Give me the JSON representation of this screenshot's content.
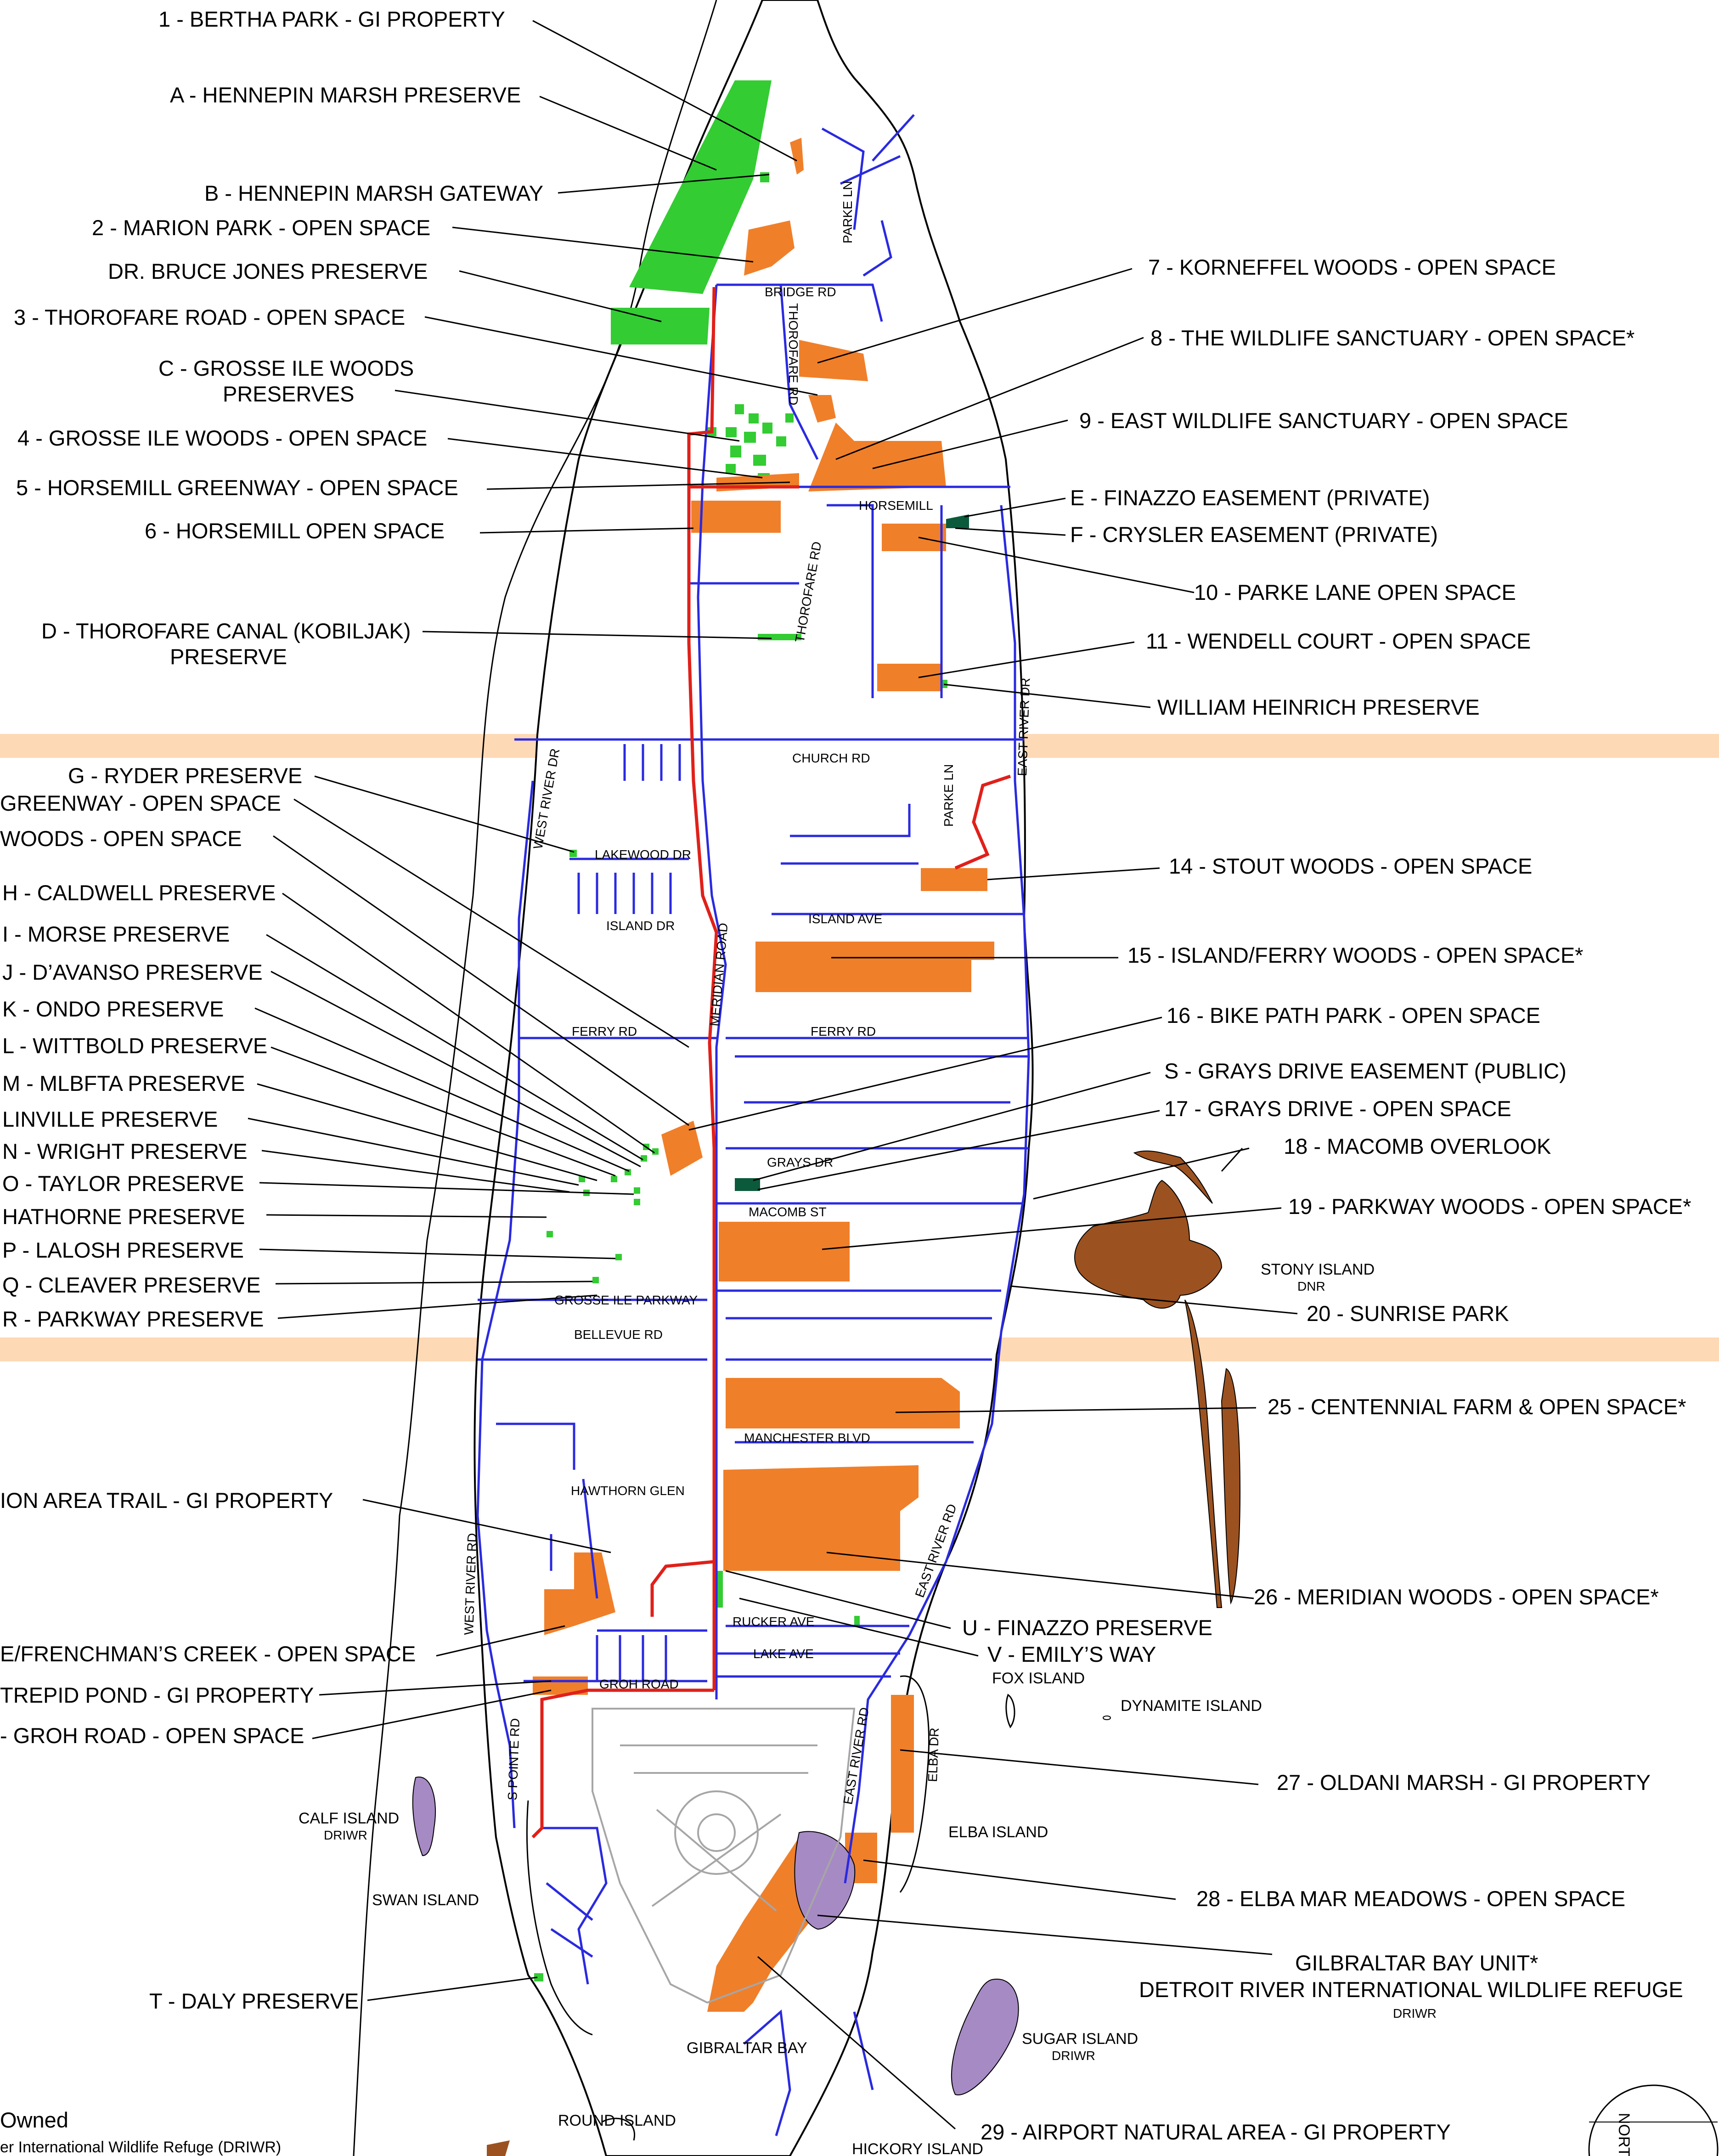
{
  "legend": {
    "owned": "Owned",
    "driwr": "er International Wildlife Refuge (DRIWR)",
    "north": "NORT"
  },
  "colors": {
    "open_space": "#f07f2a",
    "preserve": "#33cc33",
    "easement_private": "#0b5a3c",
    "refuge": "#a68ac4",
    "dnr_island": "#9b5220",
    "bike_path": "#e0201a",
    "roads": "#2a2ae0",
    "band": "#fdd9b5"
  },
  "streets": {
    "bridge_rd": "BRIDGE RD",
    "thorofare_rd_n": "THOROFARE RD",
    "thorofare_rd_s": "THOROFARE RD",
    "parke_ln_n": "PARKE LN",
    "parke_ln_s": "PARKE LN",
    "horsemill": "HORSEMILL",
    "church_rd": "CHURCH RD",
    "west_river_dr_n": "WEST RIVER DR",
    "west_river_dr_s": "WEST RIVER RD",
    "east_river_dr_n": "EAST RIVER DR",
    "east_river_dr_m": "EAST RIVER RD",
    "east_river_dr_s": "EAST RIVER RD",
    "lakewood_dr": "LAKEWOOD DR",
    "island_dr": "ISLAND DR",
    "island_ave": "ISLAND AVE",
    "meridian_rd": "MERIDIAN ROAD",
    "ferry_rd_w": "FERRY RD",
    "ferry_rd_e": "FERRY RD",
    "grays_dr": "GRAYS DR",
    "macomb_st": "MACOMB ST",
    "grosse_ile_pkwy": "GROSSE ILE PARKWAY",
    "bellevue_rd": "BELLEVUE RD",
    "manchester_blvd": "MANCHESTER BLVD",
    "hawthorn_glen": "HAWTHORN GLEN",
    "rucker_ave": "RUCKER AVE",
    "lake_ave": "LAKE AVE",
    "groh_road": "GROH ROAD",
    "s_pointe_rd": "S POINTE RD",
    "elba_dr": "ELBA DR"
  },
  "places": {
    "stony_island": "STONY ISLAND",
    "stony_dnr": "DNR",
    "fox_island": "FOX ISLAND",
    "dynamite_island": "DYNAMITE ISLAND",
    "calf_island": "CALF ISLAND",
    "calf_driwr": "DRIWR",
    "swan_island": "SWAN ISLAND",
    "elba_island": "ELBA ISLAND",
    "gibraltar_bay": "GIBRALTAR BAY",
    "sugar_island": "SUGAR ISLAND",
    "sugar_driwr": "DRIWR",
    "round_island": "ROUND ISLAND",
    "hickory_island": "HICKORY ISLAND",
    "driwr_small": "DRIWR"
  },
  "labels_left": {
    "l1": "1 - BERTHA PARK - GI PROPERTY",
    "la": "A - HENNEPIN MARSH PRESERVE",
    "lb": "B - HENNEPIN MARSH GATEWAY",
    "l2": "2 - MARION PARK - OPEN SPACE",
    "ldr": "DR. BRUCE JONES PRESERVE",
    "l3": "3 - THOROFARE ROAD - OPEN SPACE",
    "lc1": "C - GROSSE ILE WOODS",
    "lc2": "PRESERVES",
    "l4": "4 - GROSSE ILE WOODS - OPEN SPACE",
    "l5": "5 - HORSEMILL GREENWAY - OPEN SPACE",
    "l6": "6 - HORSEMILL OPEN SPACE",
    "ld1": "D - THOROFARE CANAL (KOBILJAK)",
    "ld2": "PRESERVE",
    "lg": "G - RYDER PRESERVE",
    "lgreen": "GREENWAY - OPEN SPACE",
    "lwoods": "WOODS - OPEN SPACE",
    "lh": "H - CALDWELL PRESERVE",
    "li": "I - MORSE PRESERVE",
    "lj": "J - D’AVANSO PRESERVE",
    "lk": "K - ONDO PRESERVE",
    "ll": "L - WITTBOLD PRESERVE",
    "lm": "M - MLBFTA PRESERVE",
    "llin": "LINVILLE PRESERVE",
    "ln": "N - WRIGHT PRESERVE",
    "lo": "O - TAYLOR PRESERVE",
    "lhath": "HATHORNE PRESERVE",
    "lp": "P - LALOSH PRESERVE",
    "lq": "Q - CLEAVER PRESERVE",
    "lr": "R - PARKWAY PRESERVE",
    "lion": "ION AREA TRAIL - GI PROPERTY",
    "lfrench": "E/FRENCHMAN’S CREEK - OPEN SPACE",
    "ltrepid": "TREPID POND - GI PROPERTY",
    "lgroh": "- GROH ROAD - OPEN SPACE",
    "lt": "T - DALY PRESERVE"
  },
  "labels_right": {
    "r7": "7 - KORNEFFEL WOODS - OPEN SPACE",
    "r8": "8 - THE WILDLIFE SANCTUARY - OPEN SPACE*",
    "r9": "9 - EAST WILDLIFE SANCTUARY - OPEN SPACE",
    "re": "E - FINAZZO EASEMENT (PRIVATE)",
    "rf": "F - CRYSLER EASEMENT (PRIVATE)",
    "r10": "10 - PARKE LANE OPEN SPACE",
    "r11": "11 - WENDELL COURT - OPEN SPACE",
    "rwh": "WILLIAM HEINRICH PRESERVE",
    "r14": "14 - STOUT WOODS - OPEN SPACE",
    "r15": "15 - ISLAND/FERRY WOODS - OPEN SPACE*",
    "r16": "16 - BIKE PATH PARK - OPEN SPACE",
    "rs": "S - GRAYS DRIVE EASEMENT (PUBLIC)",
    "r17": "17 - GRAYS DRIVE - OPEN SPACE",
    "r18": "18 - MACOMB OVERLOOK",
    "r19": "19 - PARKWAY WOODS - OPEN SPACE*",
    "r20": "20 - SUNRISE PARK",
    "r25": "25 - CENTENNIAL FARM & OPEN SPACE*",
    "r26": "26 - MERIDIAN WOODS - OPEN SPACE*",
    "ru": "U - FINAZZO PRESERVE",
    "rv": "V - EMILY’S WAY",
    "r27": "27 - OLDANI MARSH - GI PROPERTY",
    "r28": "28 - ELBA MAR MEADOWS - OPEN SPACE",
    "rgib1": "GILBRALTAR BAY UNIT*",
    "rgib2": "DETROIT RIVER INTERNATIONAL WILDLIFE REFUGE",
    "r29": "29 - AIRPORT NATURAL AREA - GI PROPERTY"
  }
}
